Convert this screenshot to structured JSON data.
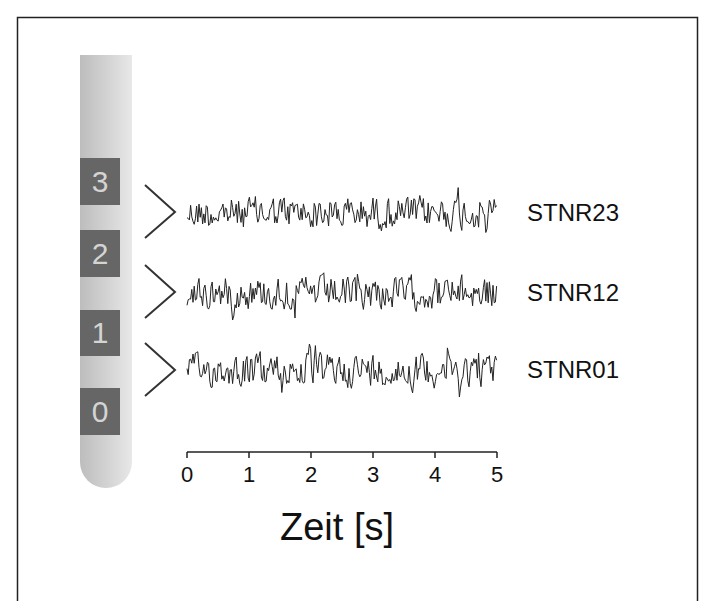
{
  "diagram": {
    "nodes": [
      {
        "text": [
          "3"
        ]
      },
      {
        "text": [
          "2"
        ]
      },
      {
        "text": [
          "1"
        ]
      },
      {
        "text": [
          "0"
        ]
      }
    ],
    "labels": [
      "STNR23",
      "STNR12",
      "STNR01",
      "0",
      "1",
      "2",
      "3",
      "4",
      "5",
      "Zeit [s]"
    ]
  }
}
